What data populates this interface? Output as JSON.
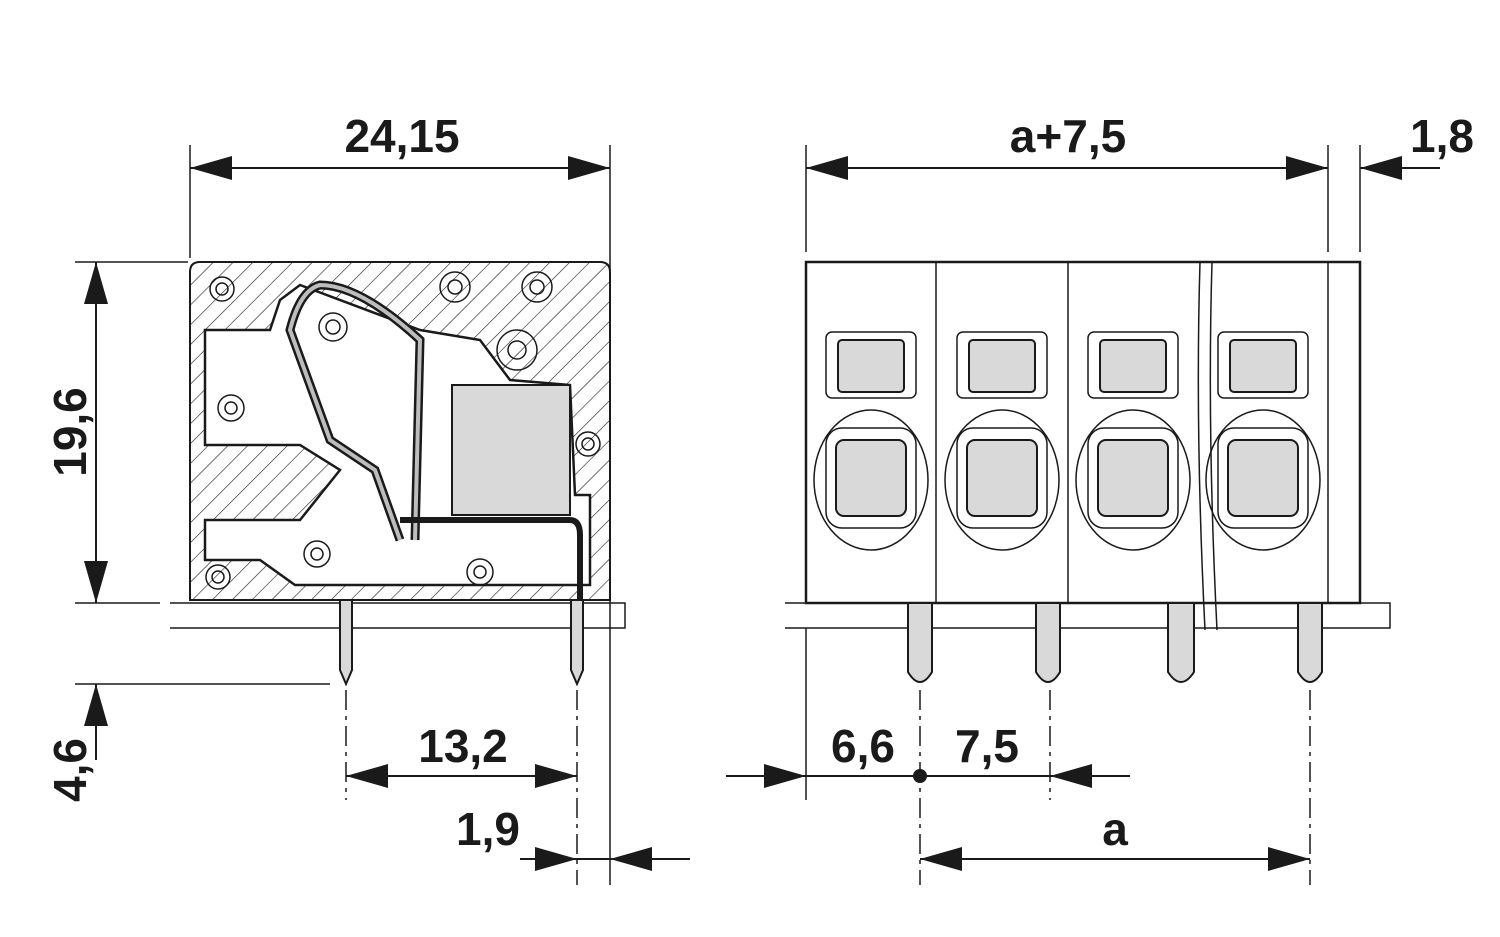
{
  "side_view": {
    "width_label": "24,15",
    "height_label": "19,6",
    "pin_length_label": "4,6",
    "pin_spacing_label": "13,2",
    "pin_offset_label": "1,9"
  },
  "front_view": {
    "overall_width_label": "a+7,5",
    "end_plate_label": "1,8",
    "first_pitch_label": "6,6",
    "pitch_label": "7,5",
    "span_label": "a"
  }
}
